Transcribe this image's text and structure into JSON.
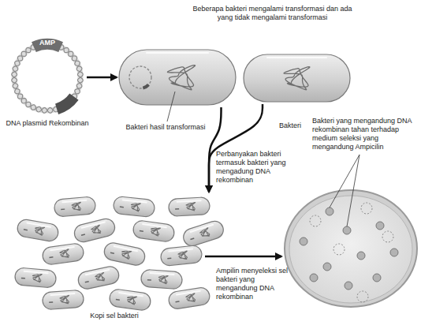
{
  "diagram": {
    "nodes": [
      {
        "text": [
          "AMP",
          "DNA plasmid Rekombinan"
        ]
      },
      {
        "text": [
          "Bakteri hasil transformasi"
        ]
      },
      {
        "text": [
          "Bakteri"
        ]
      },
      {
        "text": [
          "Kopi sel bakteri"
        ]
      },
      {
        "text": [
          "Bakteri yang mengandung DNA rekombinan tahan terhadap medium seleksi yang mengandung Ampicilin"
        ]
      }
    ],
    "edges": [
      {
        "from": 0,
        "to": 1,
        "arrow": "to"
      },
      {
        "from": 1,
        "to": 3,
        "arrow": "to",
        "label": "Perbanyakan bakteri termasuk bakteri yang mengadung DNA rekombinan"
      },
      {
        "from": 2,
        "to": 3,
        "arrow": "to"
      },
      {
        "from": 3,
        "to": 4,
        "arrow": "to",
        "label": "Ampilin menyeleksi sel bakteri yang mengandung DNA rekombinan"
      }
    ],
    "labels": [
      "Beberapa bakteri mengalami transformasi dan ada yang tidak mengalami transformasi"
    ]
  }
}
